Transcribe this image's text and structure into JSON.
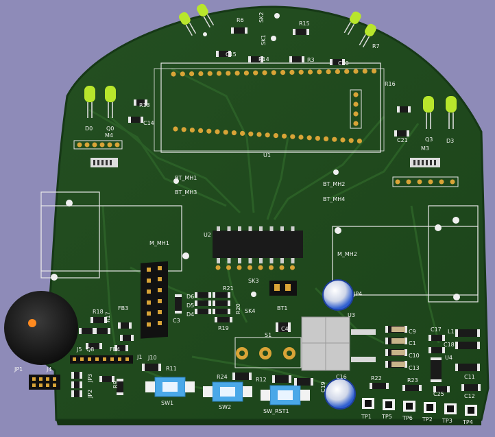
{
  "colors": {
    "background": "#8e8bb8",
    "pcb": "#1f4a1d",
    "pcb_light": "#2b5c26",
    "silkscreen": "#f2f2f2",
    "pad_gold": "#d9a437",
    "ic_body": "#1a1a1a",
    "button_blue": "#4aa8e8",
    "led_green": "#b8e62c",
    "cap_blue": "#2f5fd0",
    "buzzer_accent": "#ff8a1f"
  },
  "labels": {
    "sk2": "SK2",
    "sk1": "SK1",
    "sk3": "SK3",
    "sk4": "SK4",
    "r6": "R6",
    "r15": "R15",
    "r14": "R14",
    "r3": "R3",
    "r7": "R7",
    "r16": "R16",
    "r13": "R13",
    "r18": "R18",
    "r17": "R17",
    "r21": "R21",
    "r20": "R20",
    "r19": "R19",
    "r11": "R11",
    "r24": "R24",
    "r12": "R12",
    "r22": "R22",
    "r23": "R23",
    "r9": "R9",
    "c15": "C15",
    "c20": "C20",
    "c14": "C14",
    "c21": "C21",
    "c3": "C3",
    "c4": "C4",
    "c9": "C9",
    "c1": "C1",
    "c10": "C10",
    "c13": "C13",
    "c17": "C17",
    "c18": "C18",
    "c11": "C11",
    "c12": "C12",
    "c25": "C25",
    "c16": "C16",
    "c19": "C19",
    "d0": "D0",
    "q0": "Q0",
    "q3": "Q3",
    "d3": "D3",
    "d6": "D6",
    "d5": "D5",
    "d4": "D4",
    "m4": "M4",
    "m3": "M3",
    "u1": "U1",
    "u2": "U2",
    "u3": "U3",
    "u4": "U4",
    "bt1": "BT1",
    "bt_mh1": "BT_MH1",
    "bt_mh3": "BT_MH3",
    "bt_mh2": "BT_MH2",
    "bt_mh4": "BT_MH4",
    "m_mh1": "M_MH1",
    "m_mh2": "M_MH2",
    "jp1": "JP1",
    "jp2": "JP2",
    "jp3": "JP3",
    "jp4": "JP4",
    "j1": "J1",
    "j4": "J4",
    "j5": "J5",
    "j10": "J10",
    "q8": "Q8",
    "fb3": "FB3",
    "fb4": "FB4",
    "l1": "L1",
    "s1": "S1",
    "sw1": "SW1",
    "sw2": "SW2",
    "sw_rst1": "SW_RST1",
    "tp1": "TP1",
    "tp5": "TP5",
    "tp6": "TP6",
    "tp2": "TP2",
    "tp3": "TP3",
    "tp4": "TP4"
  }
}
